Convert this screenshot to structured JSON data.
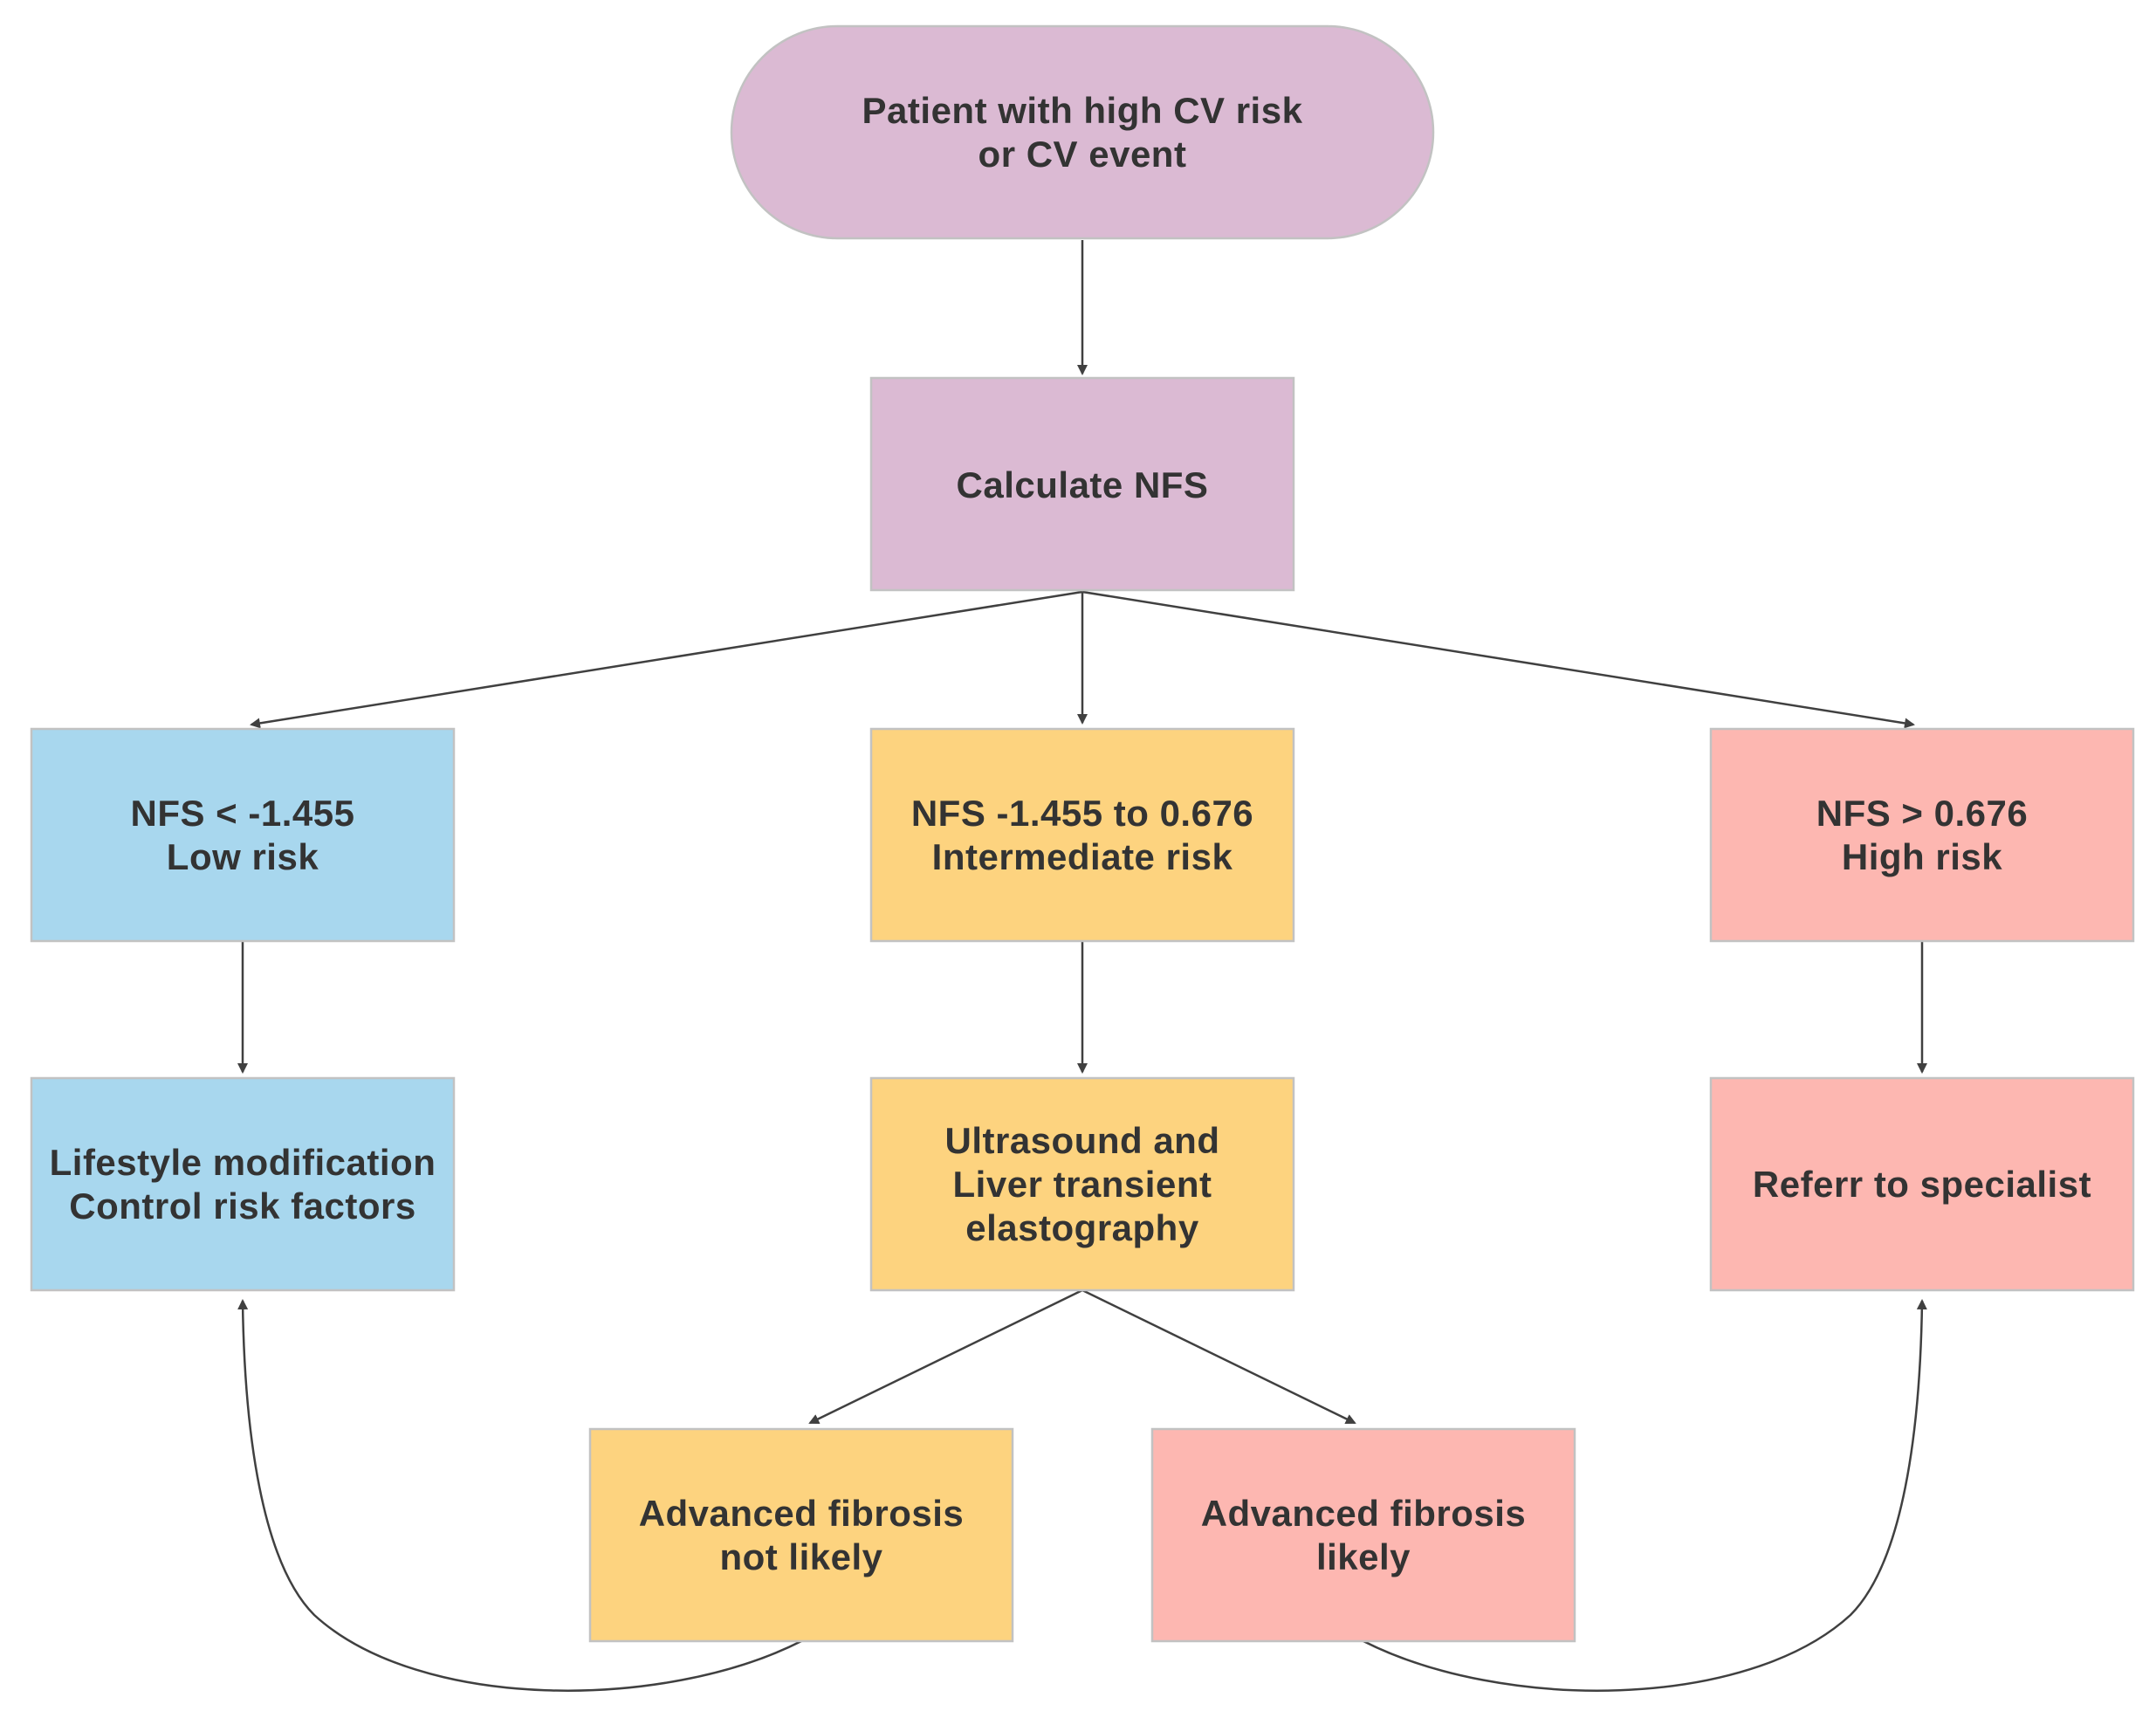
{
  "colors": {
    "purple": "#dbbad3",
    "blue": "#a8d7ee",
    "yellow": "#fdd37f",
    "red": "#fdb7b1",
    "edge": "#404040",
    "text": "#333333"
  },
  "nodes": {
    "start": {
      "lines": [
        "Patient with high CV risk",
        "or CV event"
      ]
    },
    "calc": {
      "lines": [
        "Calculate NFS"
      ]
    },
    "low": {
      "lines": [
        "NFS < -1.455",
        "Low risk"
      ]
    },
    "mid": {
      "lines": [
        "NFS -1.455 to 0.676",
        "Intermediate risk"
      ]
    },
    "high": {
      "lines": [
        "NFS > 0.676",
        "High risk"
      ]
    },
    "lifestyle": {
      "lines": [
        "Lifestyle modification",
        "Control risk factors"
      ]
    },
    "ultrasound": {
      "lines": [
        "Ultrasound and",
        "Liver transient",
        "elastography"
      ]
    },
    "referr": {
      "lines": [
        "Referr to specialist"
      ]
    },
    "notlikely": {
      "lines": [
        "Advanced fibrosis",
        "not likely"
      ]
    },
    "likely": {
      "lines": [
        "Advanced fibrosis",
        "likely"
      ]
    }
  }
}
